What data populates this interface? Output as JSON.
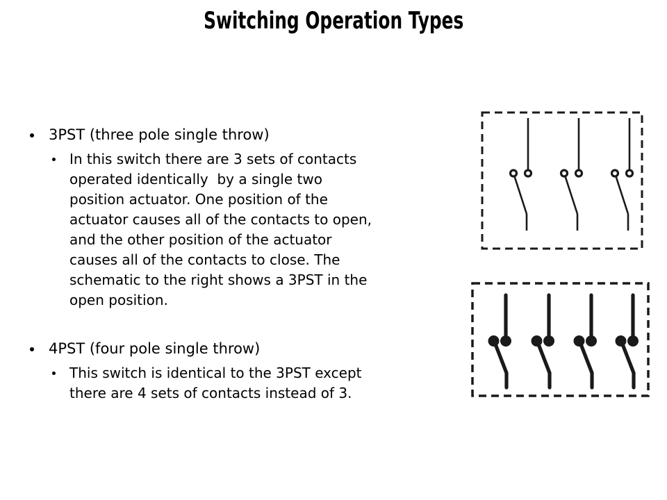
{
  "slide": {
    "title": "Switching Operation Types",
    "background_color": "#ffffff",
    "text_color": "#000000",
    "ink_color": "#1a1a1a"
  },
  "bullets": [
    {
      "label": "3PST (three pole single throw)",
      "sub_lines": [
        "In this switch there are 3 sets of contacts",
        "operated identically  by a single two",
        "position actuator. One position of the",
        "actuator causes all of the contacts to open,",
        "and the other position of the actuator",
        "causes all of the contacts to close. The",
        "schematic to the right shows a 3PST in the",
        "open position."
      ]
    },
    {
      "label": "4PST (four pole single throw)",
      "sub_lines": [
        "This switch is identical to the 3PST except",
        "there are 4 sets of contacts instead of 3."
      ]
    }
  ],
  "diagrams": [
    {
      "id": "three-pst-schematic",
      "poles": 3,
      "state": "open",
      "line_weight": "thin",
      "ink": "#1a1a1a"
    },
    {
      "id": "four-pst-schematic",
      "poles": 4,
      "state": "open",
      "line_weight": "thick",
      "ink": "#1a1a1a"
    }
  ]
}
